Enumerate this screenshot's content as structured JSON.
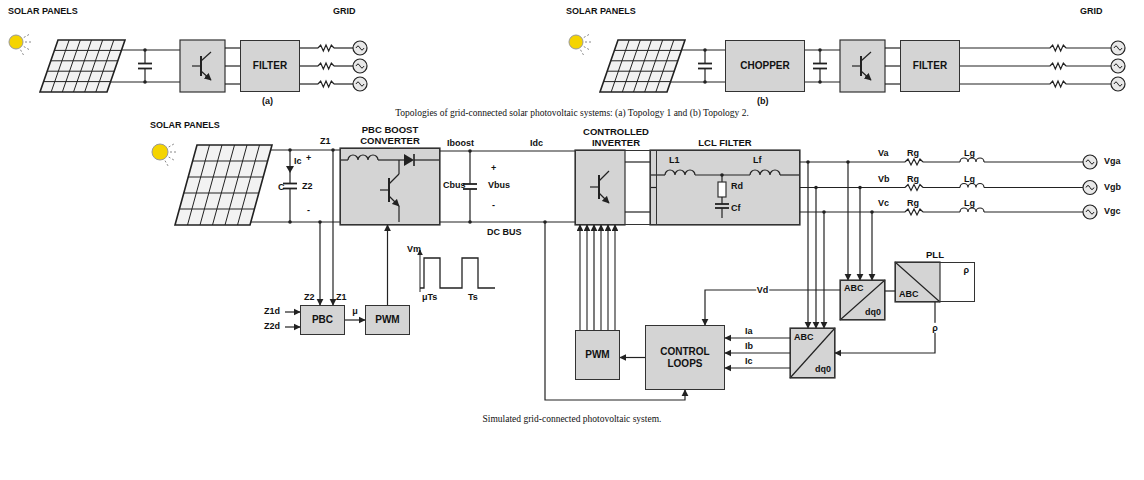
{
  "diagram": {
    "caption": "Simulated grid-connected photovoltaic system.",
    "nodes": [
      {
        "text": [
          "FILTER"
        ]
      },
      {
        "text": [
          "CHOPPER"
        ]
      },
      {
        "text": [
          "FILTER"
        ]
      },
      {
        "text": [
          "PBC BOOST CONVERTER"
        ]
      },
      {
        "text": [
          "CONTROLLED INVERTER"
        ]
      },
      {
        "text": [
          "LCL FILTER",
          "L1",
          "Lf",
          "Rd",
          "Cf"
        ]
      },
      {
        "text": [
          "PBC"
        ]
      },
      {
        "text": [
          "PWM"
        ]
      },
      {
        "text": [
          "PWM"
        ]
      },
      {
        "text": [
          "CONTROL LOOPS"
        ]
      },
      {
        "text": [
          "ABC",
          "dq0"
        ]
      },
      {
        "text": [
          "ABC",
          "dq0"
        ]
      },
      {
        "text": [
          "ρ",
          "ABC",
          "PLL"
        ]
      }
    ],
    "edges": [
      {
        "from": 3,
        "to": 4,
        "arrow": "none"
      },
      {
        "from": 4,
        "to": 5,
        "arrow": "none"
      },
      {
        "from": 6,
        "to": 7,
        "label": "μ",
        "arrow": "to"
      },
      {
        "from": 7,
        "to": 3,
        "arrow": "to"
      },
      {
        "from": 9,
        "to": 8,
        "arrow": "to"
      },
      {
        "from": 8,
        "to": 4,
        "arrow": "to"
      },
      {
        "from": 10,
        "to": 9,
        "arrow": "to"
      },
      {
        "from": 11,
        "to": 9,
        "label": "Vd",
        "arrow": "to"
      },
      {
        "from": 12,
        "to": 10,
        "label": "ρ",
        "arrow": "to"
      },
      {
        "from": 11,
        "to": 12,
        "arrow": "none"
      }
    ],
    "labels": [
      "SOLAR PANELS",
      "GRID",
      "(a)",
      "SOLAR PANELS",
      "GRID",
      "(b)",
      "Topologies of grid-connected solar photovoltaic systems: (a) Topology 1 and (b) Topology 2.",
      "SOLAR PANELS",
      "Ic",
      "C",
      "+",
      "Z2",
      "-",
      "Z1",
      "Iboost",
      "Idc",
      "Cbus",
      "Vbus",
      "+",
      "-",
      "DC BUS",
      "Va",
      "Vb",
      "Vc",
      "Rg",
      "Lg",
      "Vga",
      "Rg",
      "Lg",
      "Vgb",
      "Rg",
      "Lg",
      "Vgc",
      "Z2",
      "Z1",
      "Z1d",
      "Z2d",
      "Vm",
      "μTs",
      "Ts",
      "Ia",
      "Ib",
      "Ic"
    ]
  }
}
